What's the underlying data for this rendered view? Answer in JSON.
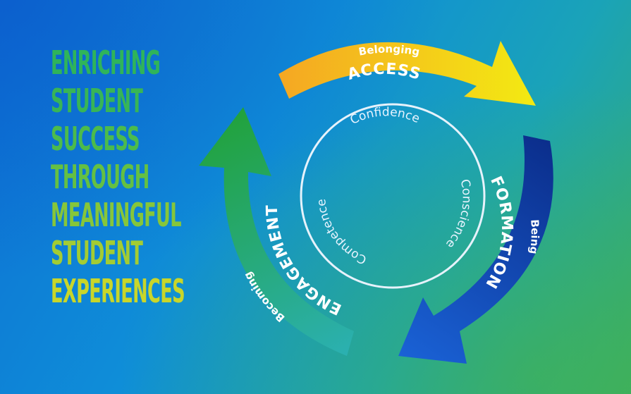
{
  "headline": [
    {
      "text": "ENRICHING",
      "color": "#2fb45a"
    },
    {
      "text": "STUDENT",
      "color": "#38b556"
    },
    {
      "text": "SUCCESS",
      "color": "#4cbb4c"
    },
    {
      "text": "THROUGH",
      "color": "#64c043"
    },
    {
      "text": "MEANINGFUL",
      "color": "#86c63a"
    },
    {
      "text": "STUDENT",
      "color": "#a3cc33"
    },
    {
      "text": "EXPERIENCES",
      "color": "#c8d62a"
    }
  ],
  "cycle": {
    "stages": [
      {
        "name": "ACCESS",
        "value": "Belonging",
        "colors": [
          "#f5a623",
          "#f3ea12"
        ]
      },
      {
        "name": "FORMATION",
        "value": "Being",
        "colors": [
          "#0b2e8c",
          "#1a5fd1"
        ]
      },
      {
        "name": "ENGAGEMENT",
        "value": "Becoming",
        "colors": [
          "#23a94a",
          "#2bb0a8"
        ]
      }
    ],
    "inner": [
      "Confidence",
      "Conscience",
      "Competence"
    ]
  }
}
